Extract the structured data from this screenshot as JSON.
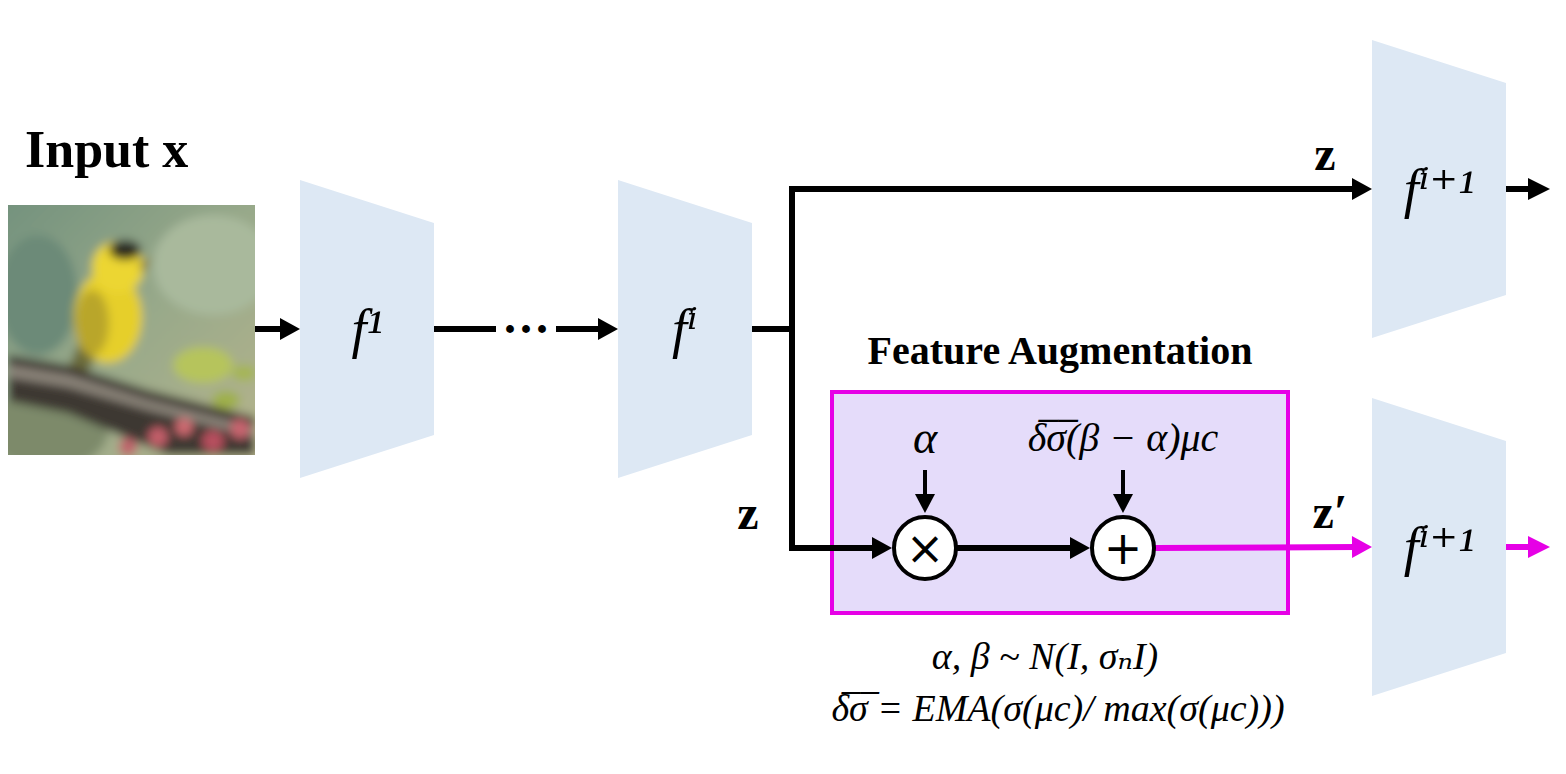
{
  "diagram": {
    "nodes": [
      {
        "text": [
          "Input x"
        ]
      },
      {
        "text": [
          "f¹"
        ]
      },
      {
        "text": [
          "fⁱ"
        ]
      },
      {
        "text": [
          "fⁱ⁺¹"
        ]
      },
      {
        "text": [
          "Feature Augmentation"
        ]
      },
      {
        "text": [
          "×"
        ],
        "in": 4
      },
      {
        "text": [
          "+"
        ],
        "in": 4
      },
      {
        "text": [
          "fⁱ⁺¹"
        ]
      }
    ],
    "edges": [
      {
        "from": 0,
        "to": 1,
        "arrow": "to"
      },
      {
        "from": 1,
        "to": 2,
        "arrow": "to",
        "label": "···"
      },
      {
        "from": 2,
        "to": 3,
        "arrow": "to",
        "label": "z"
      },
      {
        "from": 2,
        "to": 5,
        "arrow": "to",
        "label": "z"
      },
      {
        "from": 5,
        "to": 6,
        "arrow": "to"
      },
      {
        "from": 6,
        "to": 7,
        "arrow": "to",
        "label": "z′"
      }
    ],
    "labels": [
      "α",
      "δ̅σ̅(β − α)μc",
      "α, β ~ N(I, σₙI)",
      "δ̅σ̅ = EMA(σ(μc)/ max(σ(μc)))"
    ]
  }
}
